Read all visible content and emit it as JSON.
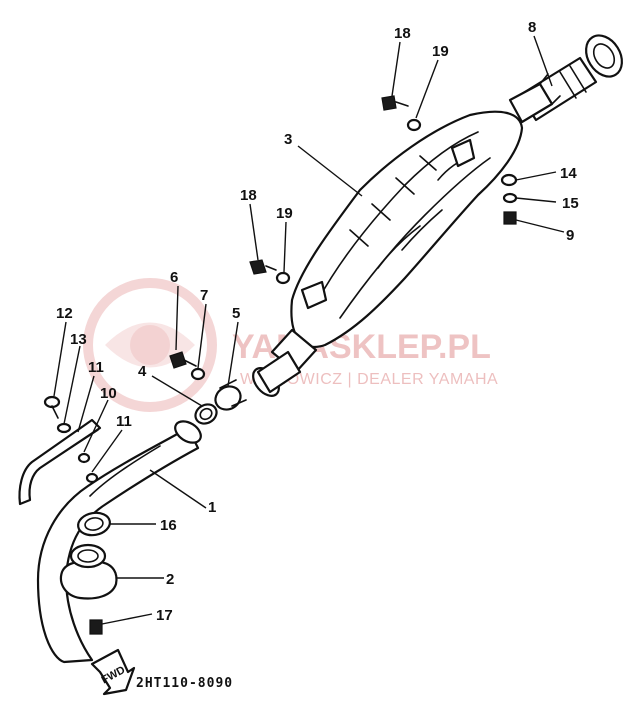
{
  "diagram_code": "2HT110-8090",
  "fwd_label": "FWD",
  "watermark": {
    "brand": "YAMASKLEP.PL",
    "subtitle": "WAJNOWICZ | DEALER YAMAHA"
  },
  "callouts": [
    {
      "id": "c1",
      "label": "1"
    },
    {
      "id": "c2",
      "label": "2"
    },
    {
      "id": "c3",
      "label": "3"
    },
    {
      "id": "c4",
      "label": "4"
    },
    {
      "id": "c5",
      "label": "5"
    },
    {
      "id": "c6",
      "label": "6"
    },
    {
      "id": "c7",
      "label": "7"
    },
    {
      "id": "c8",
      "label": "8"
    },
    {
      "id": "c9",
      "label": "9"
    },
    {
      "id": "c10",
      "label": "10"
    },
    {
      "id": "c11a",
      "label": "11"
    },
    {
      "id": "c11b",
      "label": "11"
    },
    {
      "id": "c12",
      "label": "12"
    },
    {
      "id": "c13",
      "label": "13"
    },
    {
      "id": "c14",
      "label": "14"
    },
    {
      "id": "c15",
      "label": "15"
    },
    {
      "id": "c16",
      "label": "16"
    },
    {
      "id": "c17",
      "label": "17"
    },
    {
      "id": "c18a",
      "label": "18"
    },
    {
      "id": "c18b",
      "label": "18"
    },
    {
      "id": "c19a",
      "label": "19"
    },
    {
      "id": "c19b",
      "label": "19"
    }
  ]
}
